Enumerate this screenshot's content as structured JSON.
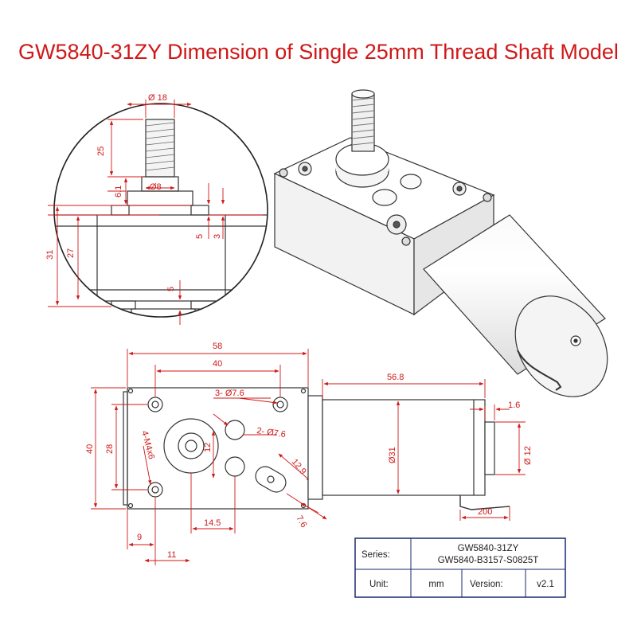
{
  "title": "GW5840-31ZY Dimension of Single 25mm Thread Shaft Model",
  "colors": {
    "dimension": "#d01818",
    "outline": "#333333",
    "title_block": "#1a2a6e"
  },
  "detail_view": {
    "dims": {
      "shaft_diameter": "Ø 18",
      "thread_length": "25",
      "collar_height": "6.1",
      "thread_diameter": "Ø8",
      "boss_a": "5",
      "boss_b": "3",
      "overall_height": "31",
      "body_height": "27",
      "bottom_boss": "5"
    }
  },
  "front_view": {
    "dims": {
      "width_overall": "58",
      "hole_spacing": "40",
      "height_overall": "40",
      "height_inner": "28",
      "shaft_offset_x": "9",
      "shaft_offset_b": "11",
      "shaft_to_pin": "14.5",
      "boss_offset": "12",
      "holes_a": "3- Ø7.6",
      "holes_b": "2- Ø7.6",
      "mount_holes": "4-M4x6",
      "slot_len": "12.9",
      "slot_width": "7.6"
    }
  },
  "side_view": {
    "dims": {
      "motor_length": "56.8",
      "motor_diameter": "Ø31",
      "shaft_step": "1.6",
      "end_diameter": "Ø 12",
      "lead_length": "200"
    }
  },
  "title_block": {
    "series_label": "Series:",
    "series_value_1": "GW5840-31ZY",
    "series_value_2": "GW5840-B3157-S0825T",
    "unit_label": "Unit:",
    "unit_value": "mm",
    "version_label": "Version:",
    "version_value": "v2.1"
  }
}
